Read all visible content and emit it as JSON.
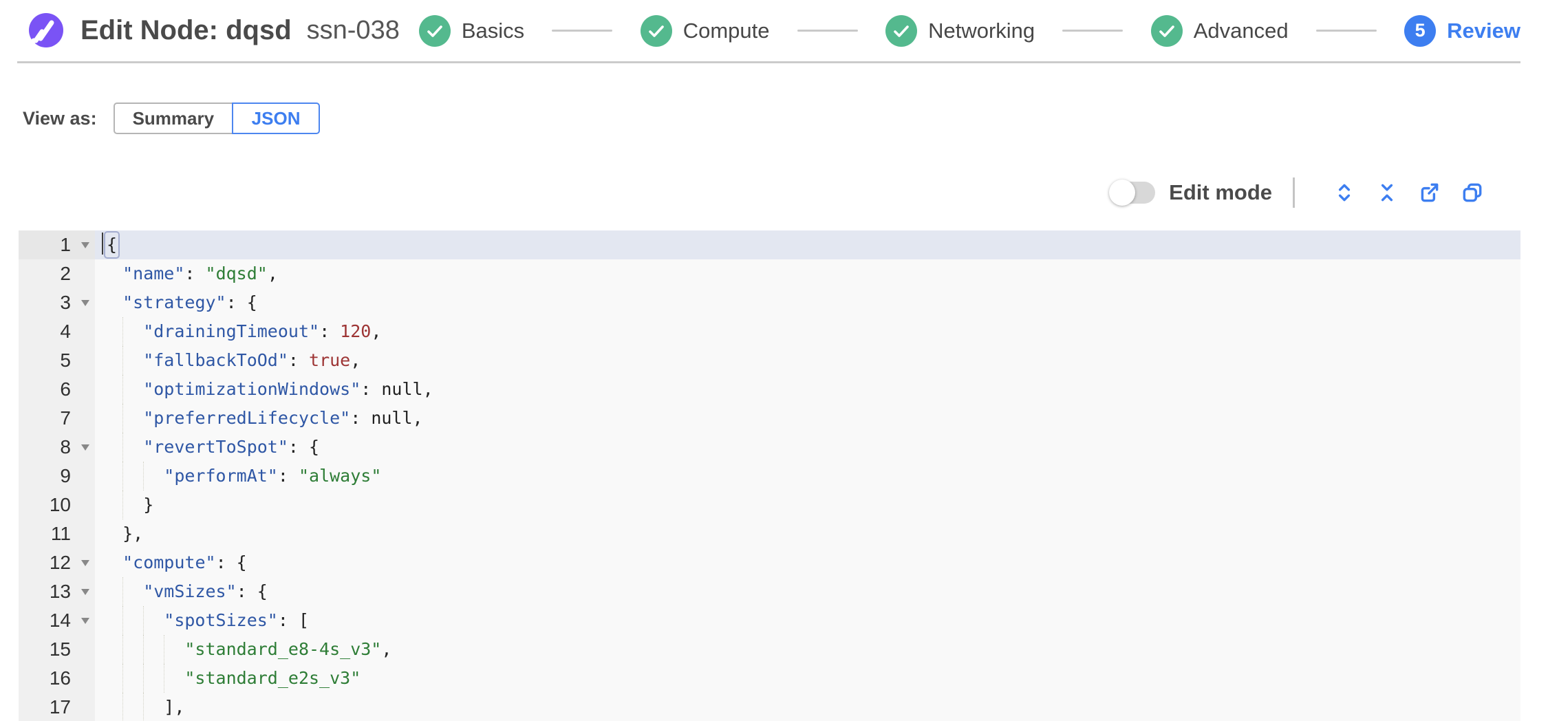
{
  "colors": {
    "accent": "#3d7ef0",
    "green": "#54b98e",
    "logo_purple": "#7a53f5",
    "divider": "#cbcbcb",
    "gutter_bg": "#f0f0f0",
    "editor_bg": "#f9f9f9",
    "active_line_bg": "#e3e7f1",
    "token_key": "#2f57a5",
    "token_string": "#2e7d36",
    "token_number": "#9d3434",
    "token_plain": "#222222"
  },
  "header": {
    "title": "Edit Node: dqsd",
    "subtitle": "ssn-038",
    "logo_icon": "spot-logo",
    "stepper": {
      "steps": [
        {
          "label": "Basics",
          "state": "done"
        },
        {
          "label": "Compute",
          "state": "done"
        },
        {
          "label": "Networking",
          "state": "done"
        },
        {
          "label": "Advanced",
          "state": "done"
        },
        {
          "label": "Review",
          "state": "active",
          "badge": "5"
        }
      ]
    }
  },
  "view_as": {
    "label": "View as:",
    "options": [
      {
        "label": "Summary",
        "selected": false
      },
      {
        "label": "JSON",
        "selected": true
      }
    ]
  },
  "toolbar": {
    "edit_mode_label": "Edit mode",
    "edit_mode_on": false,
    "icons": [
      {
        "name": "expand-all-icon"
      },
      {
        "name": "collapse-all-icon"
      },
      {
        "name": "export-icon"
      },
      {
        "name": "copy-icon"
      }
    ]
  },
  "editor": {
    "active_line": 1,
    "lines": [
      {
        "num": 1,
        "fold": true,
        "indent": 0,
        "active": true,
        "bracket_highlight": true,
        "tokens": [
          [
            "plain",
            "{"
          ]
        ]
      },
      {
        "num": 2,
        "fold": false,
        "indent": 2,
        "tokens": [
          [
            "key",
            "\"name\""
          ],
          [
            "plain",
            ": "
          ],
          [
            "str",
            "\"dqsd\""
          ],
          [
            "plain",
            ","
          ]
        ]
      },
      {
        "num": 3,
        "fold": true,
        "indent": 2,
        "tokens": [
          [
            "key",
            "\"strategy\""
          ],
          [
            "plain",
            ": {"
          ]
        ]
      },
      {
        "num": 4,
        "fold": false,
        "indent": 4,
        "tokens": [
          [
            "key",
            "\"drainingTimeout\""
          ],
          [
            "plain",
            ": "
          ],
          [
            "num",
            "120"
          ],
          [
            "plain",
            ","
          ]
        ]
      },
      {
        "num": 5,
        "fold": false,
        "indent": 4,
        "tokens": [
          [
            "key",
            "\"fallbackToOd\""
          ],
          [
            "plain",
            ": "
          ],
          [
            "num",
            "true"
          ],
          [
            "plain",
            ","
          ]
        ]
      },
      {
        "num": 6,
        "fold": false,
        "indent": 4,
        "tokens": [
          [
            "key",
            "\"optimizationWindows\""
          ],
          [
            "plain",
            ": null,"
          ]
        ]
      },
      {
        "num": 7,
        "fold": false,
        "indent": 4,
        "tokens": [
          [
            "key",
            "\"preferredLifecycle\""
          ],
          [
            "plain",
            ": null,"
          ]
        ]
      },
      {
        "num": 8,
        "fold": true,
        "indent": 4,
        "tokens": [
          [
            "key",
            "\"revertToSpot\""
          ],
          [
            "plain",
            ": {"
          ]
        ]
      },
      {
        "num": 9,
        "fold": false,
        "indent": 6,
        "tokens": [
          [
            "key",
            "\"performAt\""
          ],
          [
            "plain",
            ": "
          ],
          [
            "str",
            "\"always\""
          ]
        ]
      },
      {
        "num": 10,
        "fold": false,
        "indent": 4,
        "tokens": [
          [
            "plain",
            "}"
          ]
        ]
      },
      {
        "num": 11,
        "fold": false,
        "indent": 2,
        "tokens": [
          [
            "plain",
            "},"
          ]
        ]
      },
      {
        "num": 12,
        "fold": true,
        "indent": 2,
        "tokens": [
          [
            "key",
            "\"compute\""
          ],
          [
            "plain",
            ": {"
          ]
        ]
      },
      {
        "num": 13,
        "fold": true,
        "indent": 4,
        "tokens": [
          [
            "key",
            "\"vmSizes\""
          ],
          [
            "plain",
            ": {"
          ]
        ]
      },
      {
        "num": 14,
        "fold": true,
        "indent": 6,
        "tokens": [
          [
            "key",
            "\"spotSizes\""
          ],
          [
            "plain",
            ": ["
          ]
        ]
      },
      {
        "num": 15,
        "fold": false,
        "indent": 8,
        "tokens": [
          [
            "str",
            "\"standard_e8-4s_v3\""
          ],
          [
            "plain",
            ","
          ]
        ]
      },
      {
        "num": 16,
        "fold": false,
        "indent": 8,
        "tokens": [
          [
            "str",
            "\"standard_e2s_v3\""
          ]
        ]
      },
      {
        "num": 17,
        "fold": false,
        "indent": 6,
        "tokens": [
          [
            "plain",
            "],"
          ]
        ]
      }
    ]
  }
}
